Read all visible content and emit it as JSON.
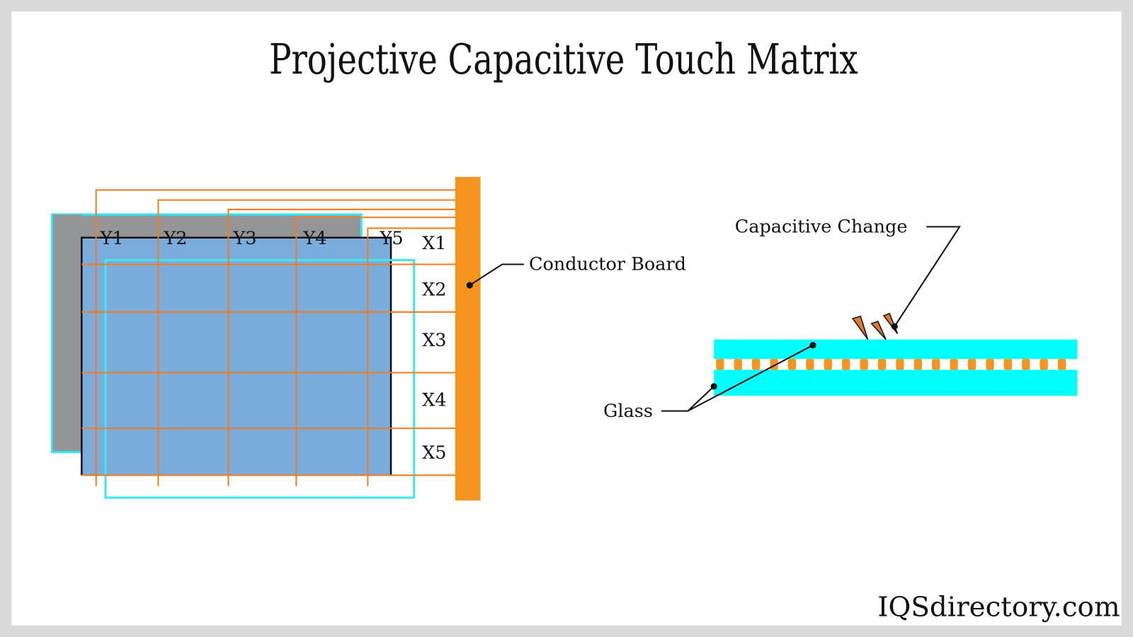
{
  "title": "Projective Capacitive Touch Matrix",
  "y_labels": [
    "Y1",
    "Y2",
    "Y3",
    "Y4",
    "Y5"
  ],
  "x_labels": [
    "X1",
    "X2",
    "X3",
    "X4",
    "X5"
  ],
  "callouts": {
    "conductor_board": "Conductor Board",
    "capacitive_change": "Capacitive Change",
    "glass": "Glass"
  },
  "brand": "IQSdirectory.com",
  "colors": {
    "orange": "#f7941d",
    "wire": "#f47b20",
    "blue_panel": "#7aaddc",
    "gray_panel": "#939598",
    "cyan": "#00ffff",
    "cyan_outline": "#3ee8ee"
  }
}
